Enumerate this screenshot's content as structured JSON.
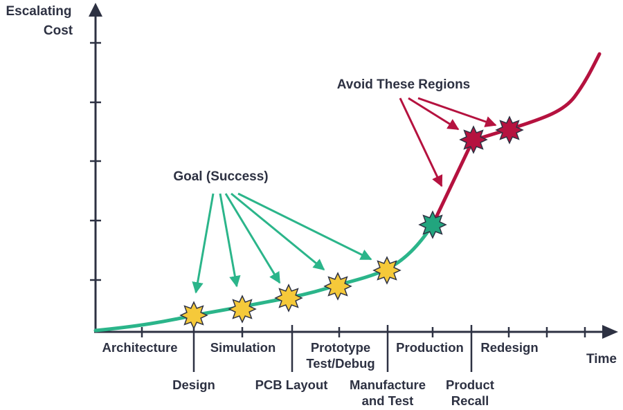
{
  "axes": {
    "y_title_line1": "Escalating",
    "y_title_line2": "Cost",
    "x_title": "Time"
  },
  "callouts": {
    "goal": "Goal (Success)",
    "avoid": "Avoid These Regions"
  },
  "phases_top": {
    "architecture": "Architecture",
    "simulation": "Simulation",
    "prototype_line1": "Prototype",
    "prototype_line2": "Test/Debug",
    "production": "Production",
    "redesign": "Redesign"
  },
  "phases_bottom": {
    "design": "Design",
    "pcb_layout": "PCB Layout",
    "manufacture_line1": "Manufacture",
    "manufacture_line2": "and Test",
    "recall_line1": "Product",
    "recall_line2": "Recall"
  },
  "colors": {
    "axis": "#2d3142",
    "success_curve": "#2bb58a",
    "failure_curve": "#b5123f",
    "goal_star": "#f5c93a",
    "transition_star": "#22a57e",
    "avoid_star": "#b5123f",
    "goal_arrow": "#2bb58a",
    "avoid_arrow": "#b5123f"
  },
  "icons": {
    "goal_marker": "yellow-burst-icon",
    "transition_marker": "green-burst-icon",
    "avoid_marker": "red-burst-icon"
  }
}
